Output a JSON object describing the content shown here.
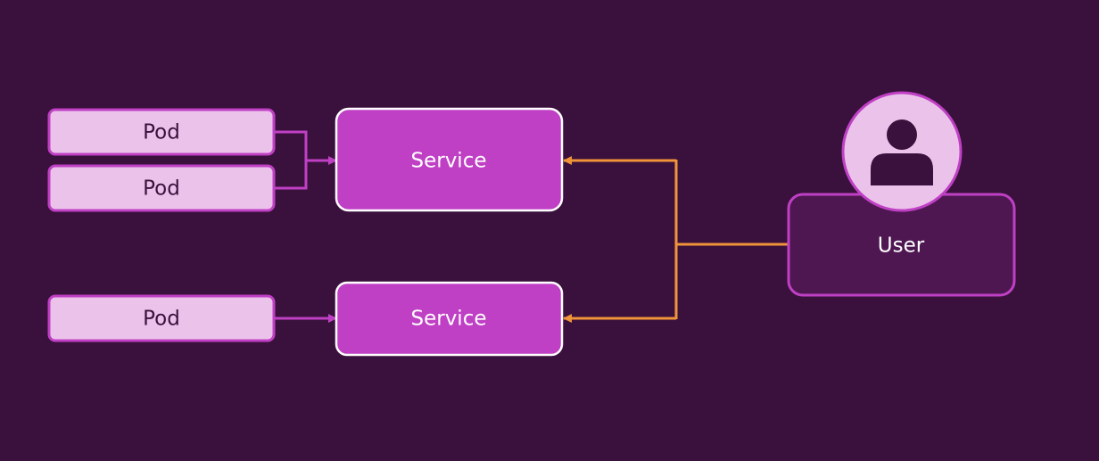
{
  "diagram": {
    "pods": [
      {
        "label": "Pod"
      },
      {
        "label": "Pod"
      },
      {
        "label": "Pod"
      }
    ],
    "services": [
      {
        "label": "Service"
      },
      {
        "label": "Service"
      }
    ],
    "user": {
      "label": "User",
      "icon": "person-icon"
    }
  },
  "colors": {
    "background": "#3a113c",
    "pod_fill": "#ebc3ea",
    "pod_border": "#c040c5",
    "pod_text": "#3a113c",
    "service_fill": "#c040c5",
    "service_border": "#ffffff",
    "service_text": "#ffffff",
    "user_box_fill": "#4f1752",
    "user_box_border": "#c040c5",
    "user_text": "#ffffff",
    "avatar_fill": "#ebc3ea",
    "avatar_border": "#c040c5",
    "avatar_figure": "#3a113c",
    "pod_connector": "#c040c5",
    "user_connector": "#f0943a"
  }
}
